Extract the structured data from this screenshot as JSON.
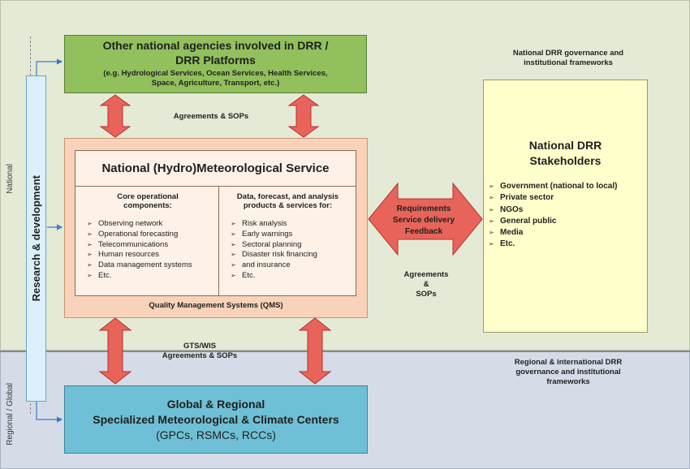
{
  "bands": {
    "national_label": "National",
    "global_label": "Regional / Global"
  },
  "research_bar": {
    "label": "Research & development"
  },
  "top_box": {
    "title_line_1": "Other national agencies involved in DRR /",
    "title_line_2": "DRR Platforms",
    "subtitle_line_1": "(e.g. Hydrological Services, Ocean Services, Health Services,",
    "subtitle_line_2": "Space, Agriculture, Transport, etc.)"
  },
  "labels": {
    "agreements_top": "Agreements & SOPs",
    "national_frame_line_1": "National DRR governance and",
    "national_frame_line_2": "institutional frameworks",
    "agreements_right_1": "Agreements",
    "agreements_right_2": "&",
    "agreements_right_3": "SOPs",
    "gts_line_1": "GTS/WIS",
    "gts_line_2": "Agreements & SOPs",
    "regional_frame_line_1": "Regional & international DRR",
    "regional_frame_line_2": "governance and institutional",
    "regional_frame_line_3": "frameworks"
  },
  "nmhs": {
    "title": "National (Hydro)Meteorological Service",
    "core_heading_1": "Core operational",
    "core_heading_2": "components:",
    "core_items": [
      "Observing network",
      "Operational forecasting",
      "Telecommunications",
      "Human resources",
      "Data management systems",
      "Etc."
    ],
    "data_heading_1": "Data, forecast, and analysis",
    "data_heading_2": "products & services for:",
    "data_items": [
      "Risk analysis",
      "Early warnings",
      "Sectoral planning",
      "Disaster risk financing",
      "and insurance",
      "Etc."
    ],
    "qms": "Quality Management Systems (QMS)"
  },
  "req_arrow": {
    "line_1": "Requirements",
    "line_2": "Service delivery",
    "line_3": "Feedback"
  },
  "stakeholders": {
    "title_line_1": "National DRR",
    "title_line_2": "Stakeholders",
    "items": [
      "Government (national to local)",
      "Private sector",
      "NGOs",
      "General public",
      "Media",
      "Etc."
    ]
  },
  "global_box": {
    "title_line_1": "Global & Regional",
    "title_line_2": "Specialized Meteorological & Climate Centers",
    "subtitle": "(GPCs, RSMCs, RCCs)"
  },
  "colors": {
    "arrow_fill": "#e8645a",
    "arrow_stroke": "#b5312a",
    "connector": "#3a7bc8"
  }
}
